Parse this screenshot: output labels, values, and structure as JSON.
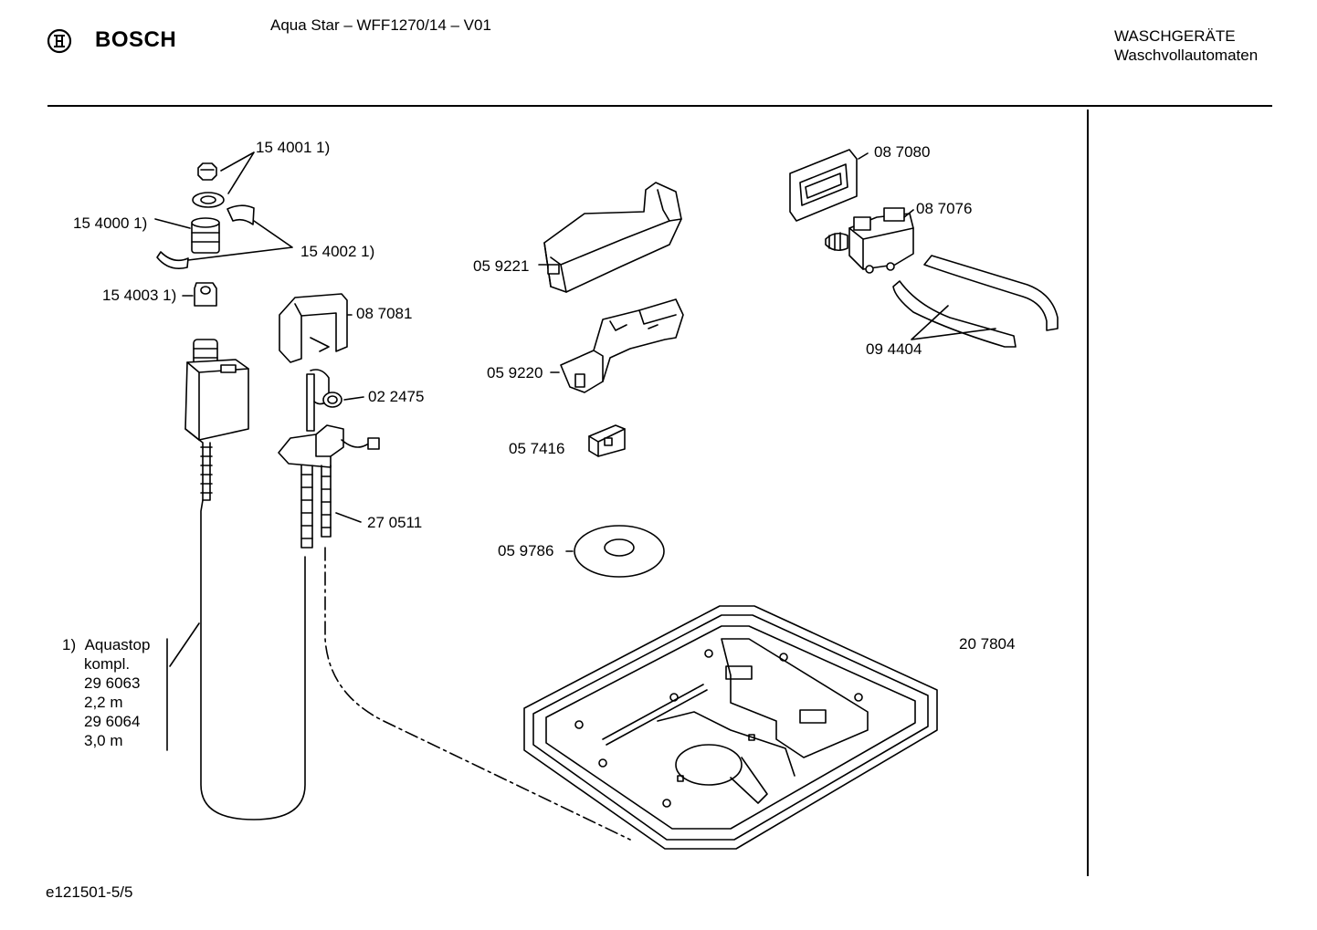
{
  "header": {
    "brand": "BOSCH",
    "title": "Aqua Star – WFF1270/14 – V01",
    "category_line1": "WASCHGERÄTE",
    "category_line2": "Waschvollautomaten"
  },
  "parts": {
    "p154001": "15 4001 1)",
    "p154000": "15 4000 1)",
    "p154002": "15 4002 1)",
    "p154003": "15 4003 1)",
    "p087081": "08 7081",
    "p022475": "02 2475",
    "p270511": "27 0511",
    "p059221": "05 9221",
    "p059220": "05 9220",
    "p057416": "05 7416",
    "p059786": "05 9786",
    "p087080": "08 7080",
    "p087076": "08 7076",
    "p094404": "09 4404",
    "p207804": "20 7804"
  },
  "note": {
    "marker": "1)",
    "line1": "Aquastop",
    "line2": "kompl.",
    "line3": "29 6063",
    "line4": "2,2 m",
    "line5": "29 6064",
    "line6": "3,0 m"
  },
  "footer": {
    "code": "e121501-5/5"
  }
}
